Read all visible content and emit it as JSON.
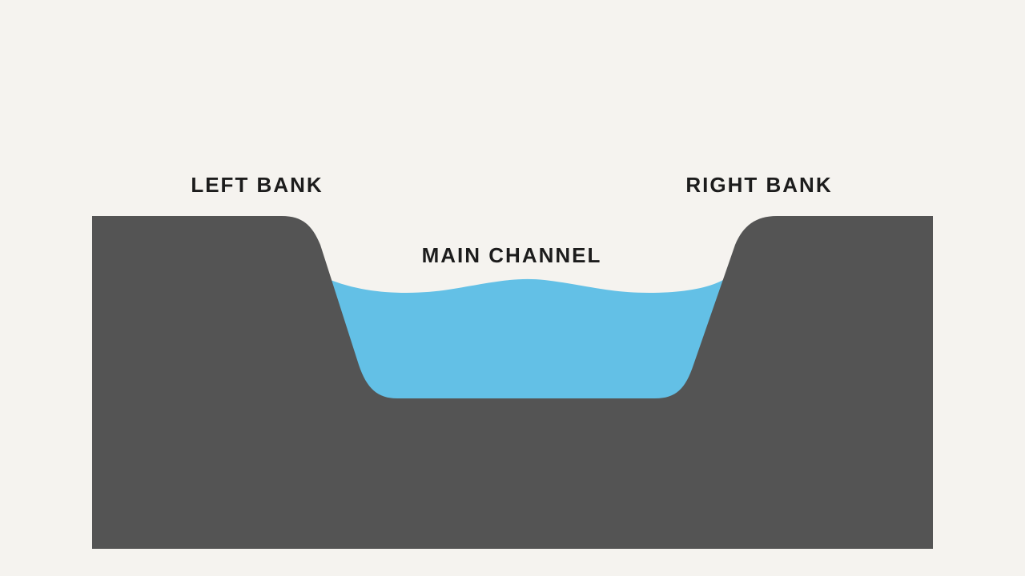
{
  "labels": {
    "left_bank": "LEFT BANK",
    "main_channel": "MAIN CHANNEL",
    "right_bank": "RIGHT BANK"
  },
  "colors": {
    "background": "#f5f3ef",
    "ground": "#545454",
    "water": "#63c0e6",
    "text": "#1c1c1c"
  }
}
